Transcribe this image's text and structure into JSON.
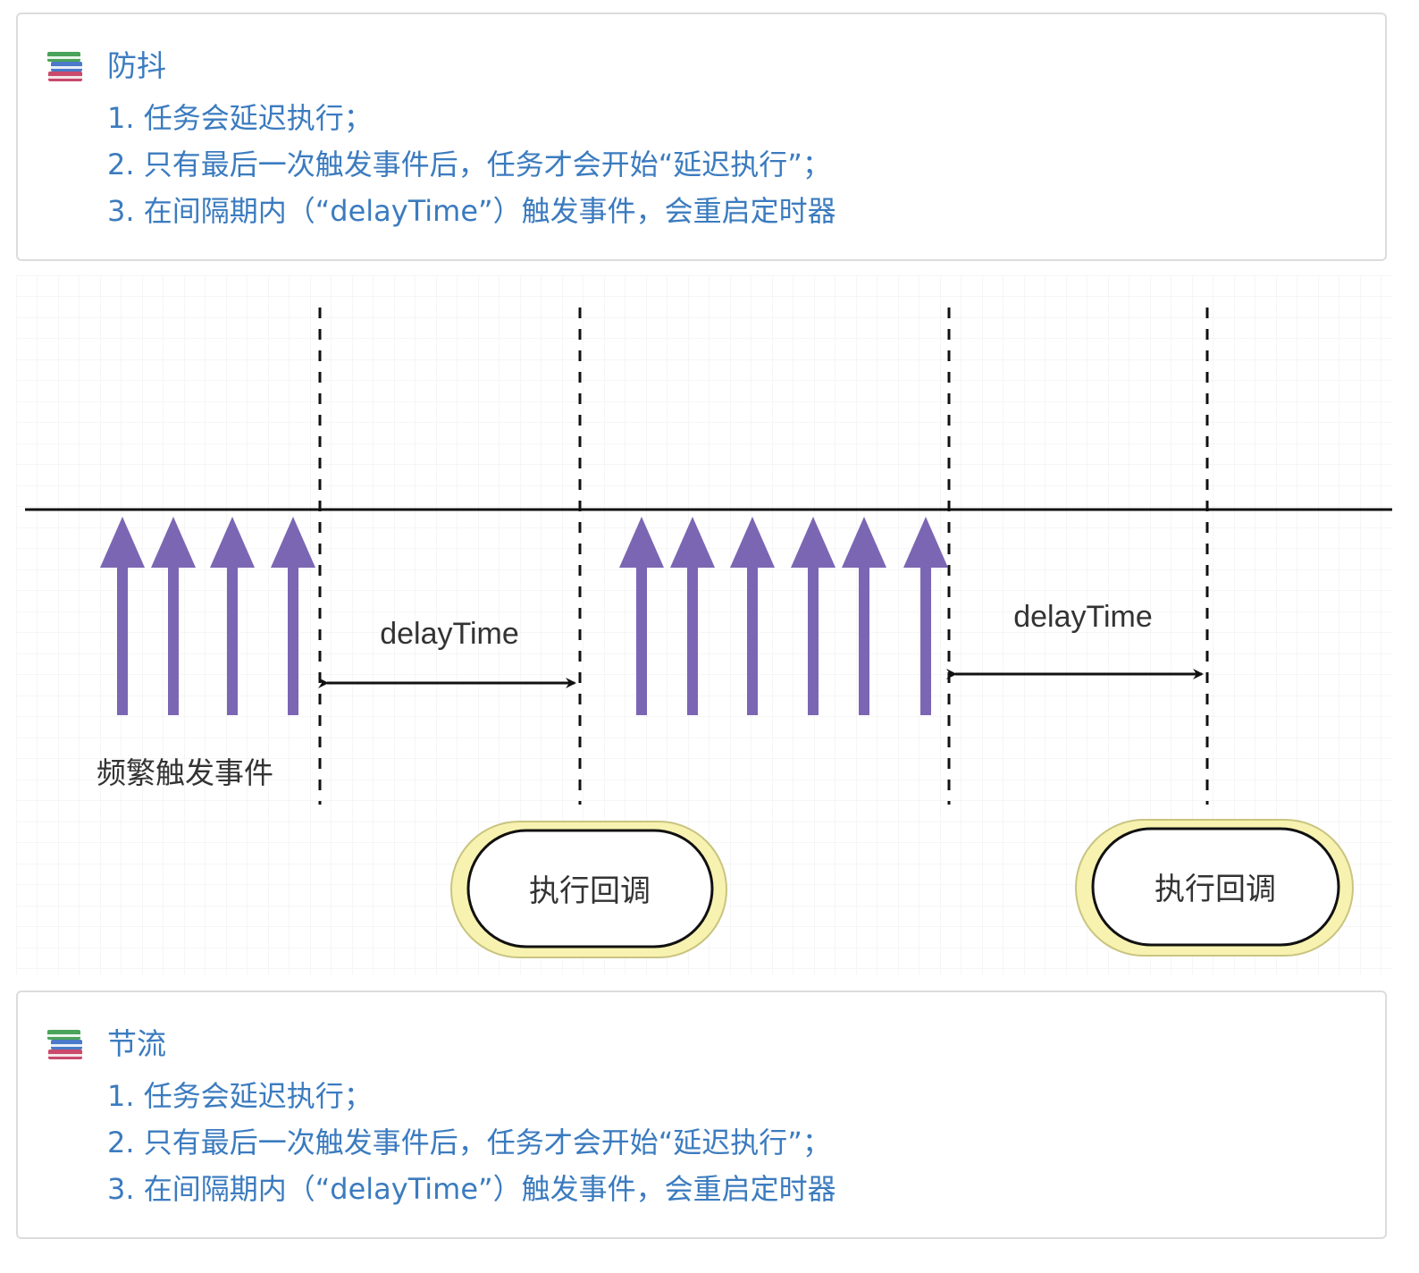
{
  "note_debounce": {
    "icon": "books-icon",
    "title": "防抖",
    "items": [
      "1. 任务会延迟执行；",
      "2. 只有最后一次触发事件后，任务才会开始“延迟执行”；",
      "3. 在间隔期内（“delayTime”）触发事件，会重启定时器"
    ]
  },
  "diagram": {
    "frequent_events_label": "频繁触发事件",
    "delay_label_1": "delayTime",
    "delay_label_2": "delayTime",
    "callback_label_1": "执行回调",
    "callback_label_2": "执行回调",
    "colors": {
      "arrow": "#7b66b4",
      "grid": "#e8e8e8",
      "line": "#111111",
      "callback_outer": "#f5f0a3"
    }
  },
  "note_throttle": {
    "icon": "books-icon",
    "title": "节流",
    "items": [
      "1. 任务会延迟执行；",
      "2. 只有最后一次触发事件后，任务才会开始“延迟执行”；",
      "3. 在间隔期内（“delayTime”）触发事件，会重启定时器"
    ]
  }
}
